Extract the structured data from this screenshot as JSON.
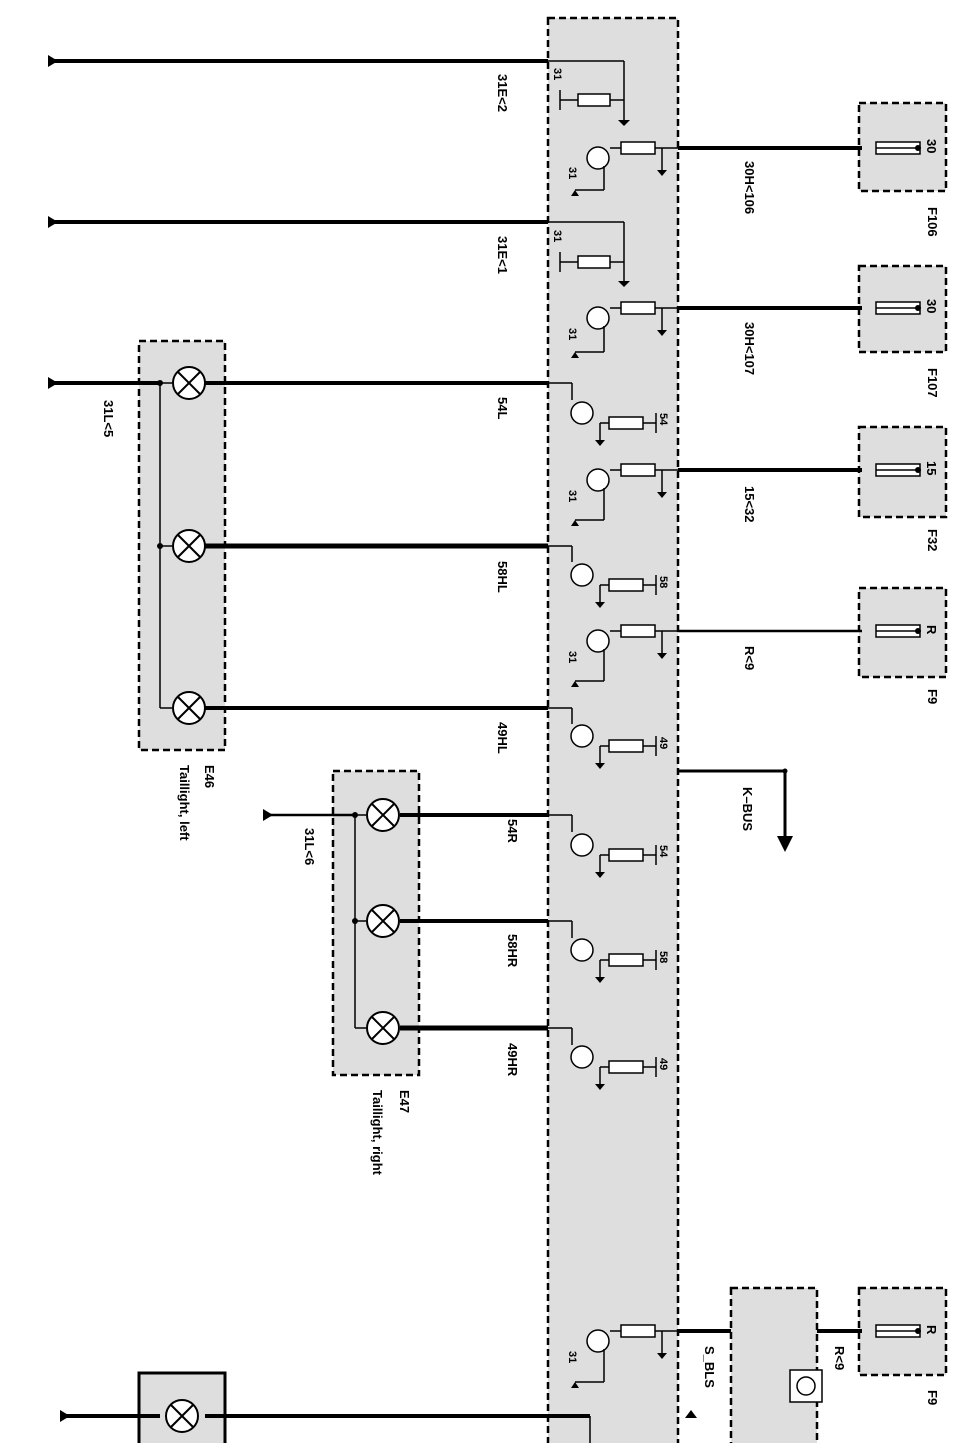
{
  "module": {
    "lines": [
      {
        "id": "31e2",
        "label": "31E<2",
        "pin": "31",
        "type": "ground-sense"
      },
      {
        "id": "30h106",
        "label": "30H<106",
        "pin": "31",
        "type": "supply",
        "fuse": {
          "name": "F106",
          "rating": "30"
        }
      },
      {
        "id": "31e1",
        "label": "31E<1",
        "pin": "31",
        "type": "ground-sense"
      },
      {
        "id": "30h107",
        "label": "30H<107",
        "pin": "31",
        "type": "supply",
        "fuse": {
          "name": "F107",
          "rating": "30"
        }
      },
      {
        "id": "54l",
        "label": "54L",
        "pin": "54",
        "type": "lamp-output"
      },
      {
        "id": "15_32",
        "label": "15<32",
        "pin": "31",
        "type": "supply",
        "fuse": {
          "name": "F32",
          "rating": "15"
        }
      },
      {
        "id": "58hl",
        "label": "58HL",
        "pin": "58",
        "type": "lamp-output"
      },
      {
        "id": "r9",
        "label": "R<9",
        "pin": "31",
        "type": "supply",
        "fuse": {
          "name": "F9",
          "rating": "R"
        }
      },
      {
        "id": "49hl",
        "label": "49HL",
        "pin": "49",
        "type": "lamp-output"
      },
      {
        "id": "54r",
        "label": "54R",
        "pin": "54",
        "type": "lamp-output"
      },
      {
        "id": "58hr",
        "label": "58HR",
        "pin": "58",
        "type": "lamp-output"
      },
      {
        "id": "49hr",
        "label": "49HR",
        "pin": "49",
        "type": "lamp-output"
      }
    ],
    "kbus": "K–BUS"
  },
  "taillight_left": {
    "id": "E46",
    "desc": "Taillight, left",
    "ground": "31L<5"
  },
  "taillight_right": {
    "id": "E47",
    "desc": "Taillight, right",
    "ground": "31L<6"
  },
  "bottom": {
    "signal": "S_BLS",
    "supply": "R<9",
    "fuse": {
      "name": "F9",
      "rating": "R"
    },
    "pin": "31"
  },
  "colors": {
    "box_fill": "#dedede",
    "wire": "#000000"
  }
}
